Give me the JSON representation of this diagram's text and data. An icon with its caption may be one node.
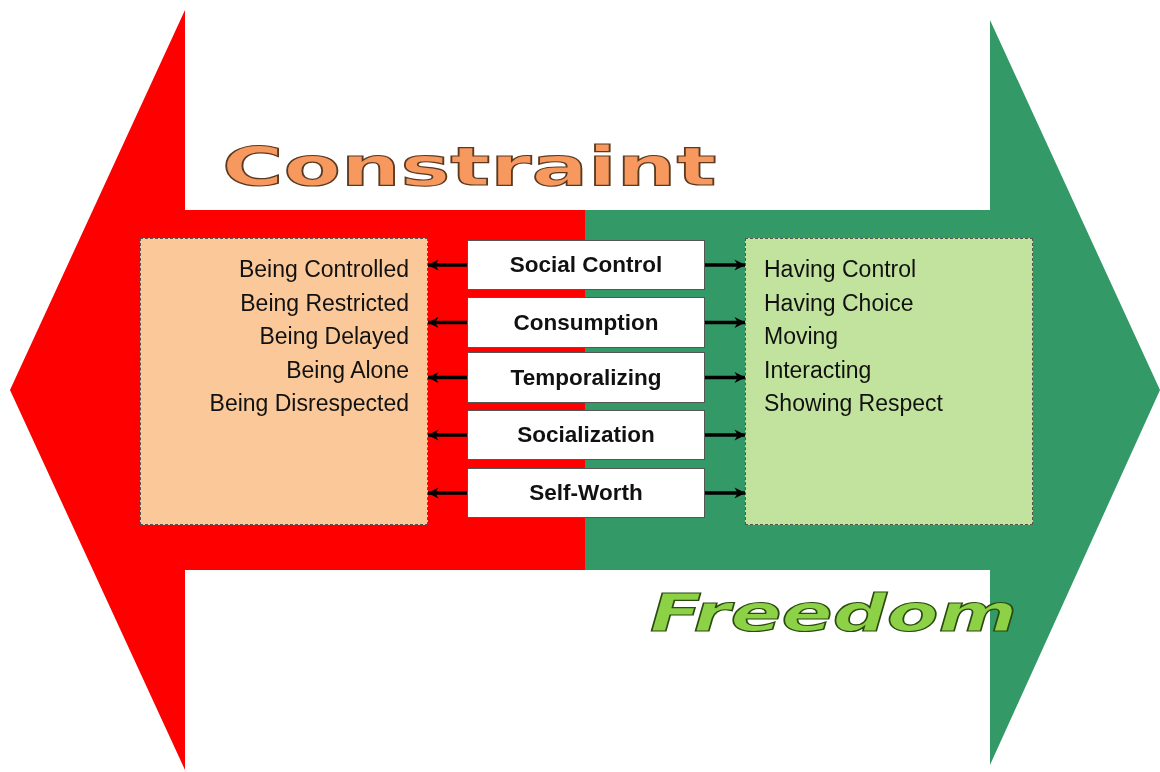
{
  "diagram": {
    "nodes": [
      {
        "text": [
          "Being Controlled",
          "Being Restricted",
          "Being Delayed",
          "Being Alone",
          "Being Disrespected"
        ]
      },
      {
        "text": [
          "Social Control"
        ]
      },
      {
        "text": [
          "Consumption"
        ]
      },
      {
        "text": [
          "Temporalizing"
        ]
      },
      {
        "text": [
          "Socialization"
        ]
      },
      {
        "text": [
          "Self-Worth"
        ]
      },
      {
        "text": [
          "Having Control",
          "Having Choice",
          "Moving",
          "Interacting",
          "Showing Respect"
        ]
      }
    ],
    "edges": [
      {
        "from": 1,
        "to": 0,
        "arrow": "to"
      },
      {
        "from": 1,
        "to": 6,
        "arrow": "to"
      },
      {
        "from": 2,
        "to": 0,
        "arrow": "to"
      },
      {
        "from": 2,
        "to": 6,
        "arrow": "to"
      },
      {
        "from": 3,
        "to": 0,
        "arrow": "to"
      },
      {
        "from": 3,
        "to": 6,
        "arrow": "to"
      },
      {
        "from": 4,
        "to": 0,
        "arrow": "to"
      },
      {
        "from": 4,
        "to": 6,
        "arrow": "to"
      },
      {
        "from": 5,
        "to": 0,
        "arrow": "to"
      },
      {
        "from": 5,
        "to": 6,
        "arrow": "to"
      }
    ],
    "labels": [
      "Constraint",
      "Freedom"
    ]
  }
}
